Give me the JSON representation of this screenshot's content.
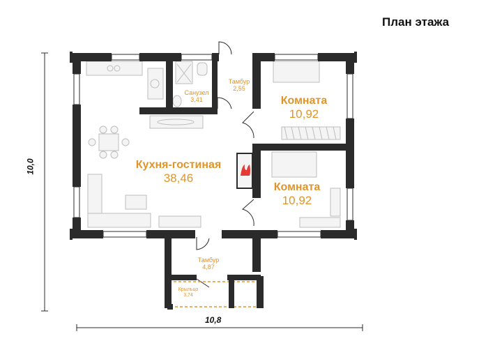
{
  "title": "План этажа",
  "rooms": [
    {
      "name": "Санузел",
      "area": "3,41"
    },
    {
      "name": "Тамбур",
      "area": "2,55"
    },
    {
      "name": "Комната",
      "area": "10,92"
    },
    {
      "name": "Кухня-гостиная",
      "area": "38,46"
    },
    {
      "name": "Комната",
      "area": "10,92"
    },
    {
      "name": "Тамбур",
      "area": "4,87"
    },
    {
      "name": "Крыльцо",
      "area": "3,74"
    }
  ],
  "dimensions": {
    "width": "10,8",
    "height": "10,0"
  },
  "colors": {
    "wall": "#2b2b2b",
    "label": "#e0952a",
    "furniture": "#bdbdbd",
    "fire": "#e53935"
  },
  "icons": [
    "fireplace-flame-icon"
  ]
}
